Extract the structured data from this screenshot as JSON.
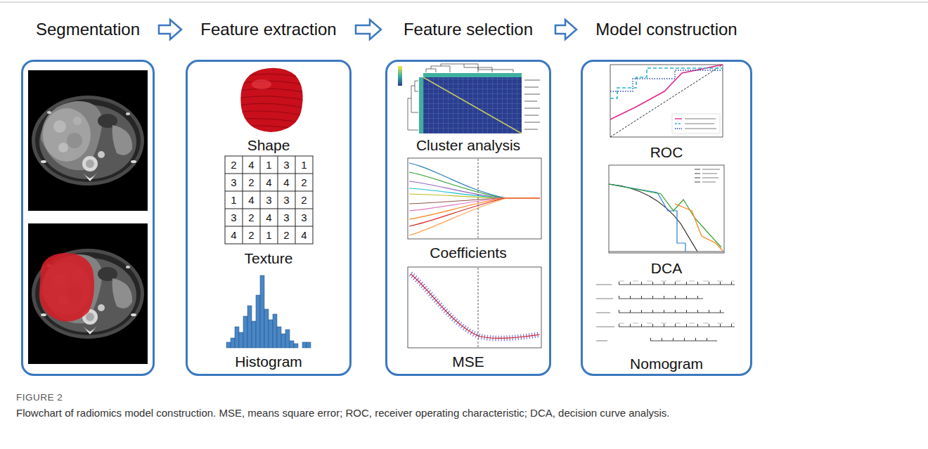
{
  "diagram": {
    "caption": "Flowchart of radiomics model construction. MSE, means square error; ROC, receiver operating characteristic; DCA, decision curve analysis.",
    "nodes": [
      {
        "text": [
          "Segmentation"
        ]
      },
      {
        "text": [
          "Feature extraction",
          "Shape",
          "Texture",
          "Histogram"
        ]
      },
      {
        "text": [
          "Feature selection",
          "Cluster analysis",
          "Coefficients",
          "MSE"
        ]
      },
      {
        "text": [
          "Model construction",
          "ROC",
          "DCA",
          "Nomogram"
        ]
      }
    ],
    "edges": [
      {
        "from": 0,
        "to": 1,
        "arrow": "to"
      },
      {
        "from": 1,
        "to": 2,
        "arrow": "to"
      },
      {
        "from": 2,
        "to": 3,
        "arrow": "to"
      }
    ],
    "labels": [
      "2",
      "4",
      "1",
      "3",
      "1",
      "3",
      "2",
      "4",
      "4",
      "2",
      "1",
      "4",
      "3",
      "3",
      "2",
      "3",
      "2",
      "4",
      "3",
      "3",
      "4",
      "2",
      "1",
      "2",
      "4",
      "FIGURE 2"
    ]
  }
}
